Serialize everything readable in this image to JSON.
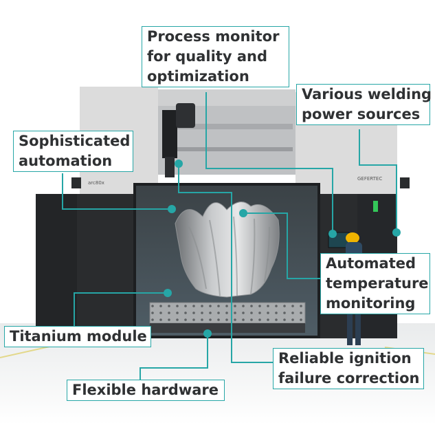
{
  "labels": {
    "process_monitor": [
      "Process monitor",
      "for quality and",
      "optimization"
    ],
    "welding_power": [
      "Various welding",
      "power sources"
    ],
    "automation": [
      "Sophisticated",
      "automation"
    ],
    "temperature": [
      "Automated",
      "temperature",
      "monitoring"
    ],
    "titanium": [
      "Titanium module"
    ],
    "ignition": [
      "Reliable ignition",
      "failure correction"
    ],
    "hardware": [
      "Flexible hardware"
    ]
  },
  "machine": {
    "model_badge": "arc80x",
    "brand_badge": "GEFERTEC"
  },
  "colors": {
    "accent": "#26a6a6",
    "machine_dark": "#2a2c2e",
    "machine_light": "#dcdcdc",
    "label_text": "#2f3133"
  }
}
